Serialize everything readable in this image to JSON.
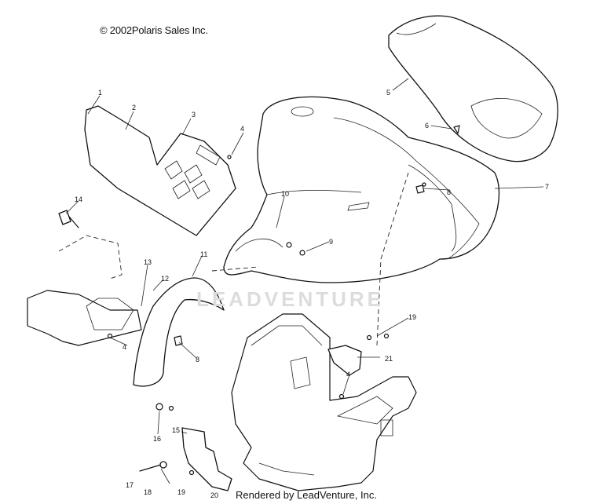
{
  "header": {
    "copyright": "© 2002Polaris Sales Inc."
  },
  "footer": {
    "rendered_by": "Rendered by LeadVenture, Inc."
  },
  "watermark": {
    "text": "LEADVENTURE"
  },
  "callouts": [
    "1",
    "2",
    "3",
    "4",
    "5",
    "6",
    "7",
    "8",
    "9",
    "10",
    "11",
    "12",
    "13",
    "14",
    "15",
    "16",
    "17",
    "18",
    "19",
    "20",
    "21"
  ]
}
